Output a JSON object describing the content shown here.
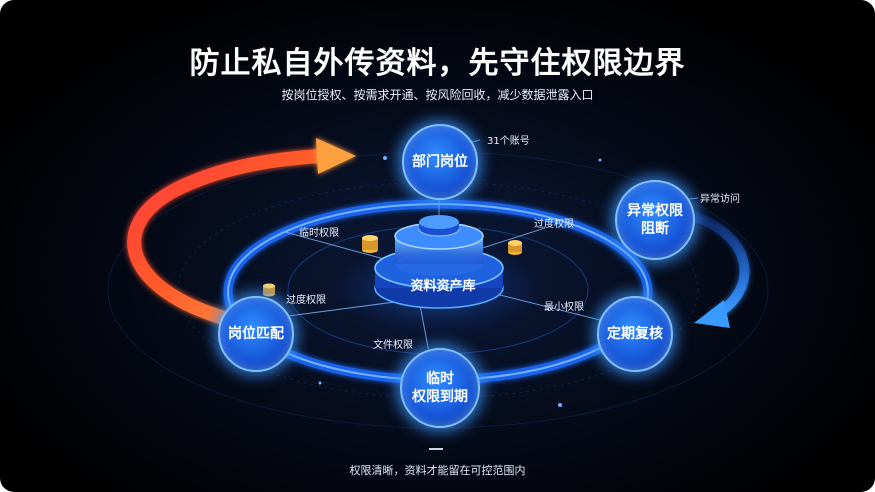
{
  "title": "防止私自外传资料，先守住权限边界",
  "subtitle": "按岗位授权、按需求开通、按风险回收，减少数据泄露入口",
  "footer": "权限清晰，资料才能留在可控范围内",
  "core": {
    "label": "资料资产库"
  },
  "nodes": {
    "top": "部门岗位",
    "right_top_line1": "异常权限",
    "right_top_line2": "阻断",
    "right_bottom": "定期复核",
    "bottom_line1": "临时",
    "bottom_line2": "权限到期",
    "left": "岗位匹配"
  },
  "labels": {
    "account": "31个账号",
    "abnormal_access": "异常访问",
    "temp_permission": "临时权限",
    "excess_permission_right": "过度权限",
    "excess_permission_left": "过度权限",
    "min_permission": "最小权限",
    "file_permission": "文件权限"
  },
  "colors": {
    "accent_blue": "#2f8cff",
    "ring_blue": "#1d6cff",
    "arrow_orange": "#ff8a2a",
    "arrow_red": "#ff3b3b"
  }
}
